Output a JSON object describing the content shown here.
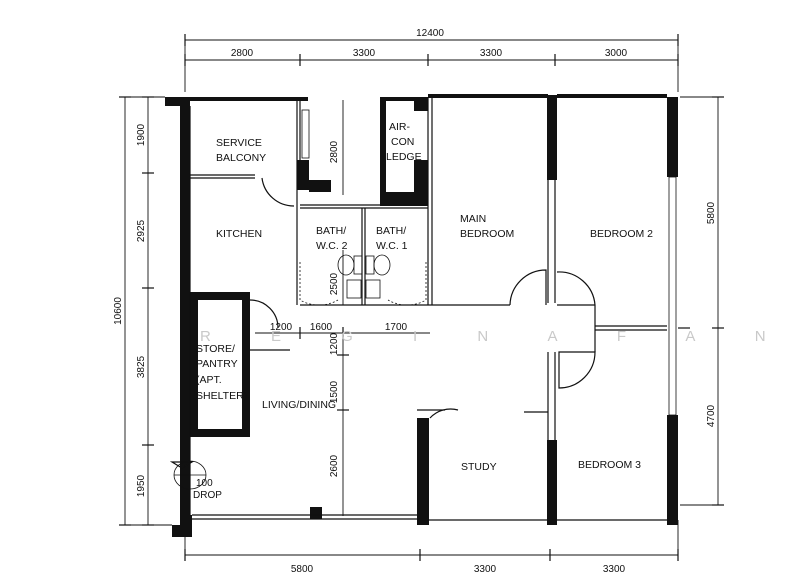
{
  "dimensions": {
    "top_total": "12400",
    "top": [
      "2800",
      "3300",
      "3300",
      "3000"
    ],
    "left_total": "10600",
    "left": [
      "1900",
      "2925",
      "3825",
      "1950"
    ],
    "right": [
      "5800",
      "4700"
    ],
    "bottom": [
      "5800",
      "3300",
      "3300"
    ],
    "inner_balcony": "2800",
    "inner_bath_depth": "2500",
    "inner_row": [
      "1200",
      "1600",
      "1700"
    ],
    "inner_living": [
      "1200",
      "1500",
      "2600"
    ]
  },
  "rooms": {
    "service_balcony": [
      "SERVICE",
      "BALCONY"
    ],
    "kitchen": "KITCHEN",
    "aircon_ledge": [
      "AIR-",
      "CON",
      "LEDGE"
    ],
    "bath2": [
      "BATH/",
      "W.C. 2"
    ],
    "bath1": [
      "BATH/",
      "W.C. 1"
    ],
    "main_bedroom": [
      "MAIN",
      "BEDROOM"
    ],
    "bedroom2": "BEDROOM 2",
    "store": [
      "STORE/",
      "PANTRY",
      "(APT.",
      "SHELTER)"
    ],
    "living_dining": "LIVING/DINING",
    "study": "STUDY",
    "bedroom3": "BEDROOM 3",
    "drop": [
      "100",
      "DROP"
    ]
  },
  "watermark": "R E G I N A   F A N G"
}
